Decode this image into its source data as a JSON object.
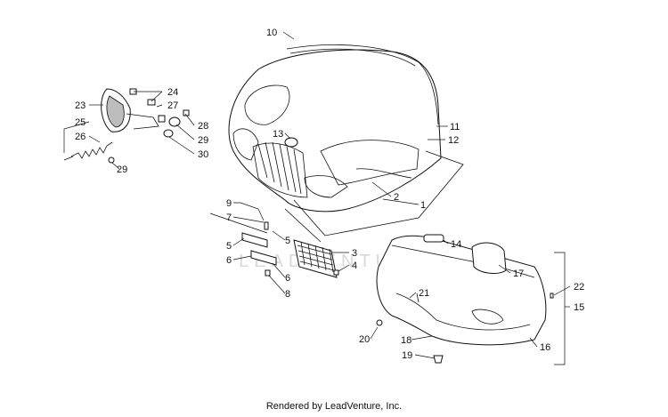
{
  "footer_text": "Rendered by LeadVenture, Inc.",
  "watermark": "LEADVENTURE",
  "callouts": [
    "10",
    "24",
    "23",
    "27",
    "25",
    "28",
    "26",
    "29",
    "30",
    "29",
    "11",
    "13",
    "12",
    "2",
    "1",
    "9",
    "7",
    "5",
    "5",
    "6",
    "6",
    "8",
    "3",
    "4",
    "14",
    "17",
    "22",
    "15",
    "21",
    "20",
    "18",
    "16",
    "19"
  ],
  "colors": {
    "line": "#111111",
    "shade": "#bdbdbd",
    "background": "#ffffff"
  }
}
